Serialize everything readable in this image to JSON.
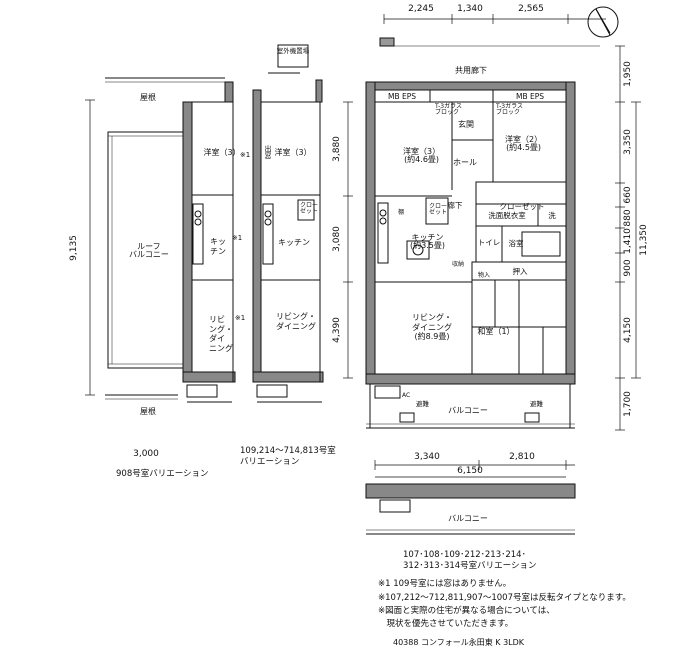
{
  "dimensions": {
    "top": [
      "2,245",
      "1,340",
      "2,565"
    ],
    "right": [
      "1,950",
      "3,350",
      "660",
      "880",
      "1,410",
      "900",
      "11,350",
      "4,150",
      "1,700"
    ],
    "center": [
      "3,880",
      "3,080",
      "4,390"
    ],
    "left": "9,135",
    "bottom_variation": "3,000",
    "lower_top": [
      "3,340",
      "2,810"
    ],
    "lower_total": "6,150"
  },
  "labels": {
    "corridor": "共用廊下",
    "outdoor_unit": "室外機置場",
    "roof_top": "屋根",
    "roof_bottom": "屋根",
    "roof_balcony": "ルーフ\nバルコニー",
    "mb_eps_left": "MB EPS",
    "mb_eps_right": "MB EPS",
    "glass_block_left": "T-3ガラス\nブロック",
    "glass_block_right": "T-3ガラス\nブロック",
    "entrance": "玄関",
    "hall": "ホール",
    "western3_main": "洋室（3）\n(約4.6畳)",
    "western2": "洋室（2）\n(約4.5畳)",
    "closet_main": "クローゼット",
    "closet_small": "クロー\nゼット",
    "closet_var2": "クロー\nゼット",
    "corridor_inner": "廊下",
    "washroom": "洗面脱衣室",
    "wash": "洗",
    "toilet": "トイレ",
    "bathroom": "浴室",
    "storage_kitchen": "収納",
    "oshiire": "押入",
    "kitchen_main": "キッチン\n(約3.5畳)",
    "living_main": "リビング・\nダイニング\n(約8.9畳)",
    "japanese_room": "和室（1）",
    "balcony_main": "バルコニー",
    "balcony_lower": "バルコニー",
    "kitchen_var1": "キッ\nチン",
    "living_var1": "リビ\nング・\nダイ\nニング",
    "western3_var1": "洋室（3）",
    "western3_var2": "洋室（3）",
    "kitchen_var2": "キッチン",
    "living_var2": "リビング・\nダイニング",
    "window_var2": "出窓",
    "note_marker_1": "※1",
    "note_marker_2": "※1",
    "note_marker_3": "※1",
    "shelf_left": "棚",
    "shelf_right": "物入",
    "emergency_left": "避難",
    "emergency_right": "避難",
    "ac": "AC"
  },
  "captions": {
    "var_908": "908号室バリエーション",
    "var_109": "109,214〜714,813号室\nバリエーション",
    "var_107": "107･108･109･212･213･214･\n312･313･314号室バリエーション"
  },
  "notes": [
    "※1  109号室には窓はありません。",
    "※107,212〜712,811,907〜1007号室は反転タイプとなります。",
    "※図面と実際の住宅が異なる場合については、",
    "　現状を優先させていただきます。"
  ],
  "footer": "40388  コンフォール永田東 K 3LDK"
}
